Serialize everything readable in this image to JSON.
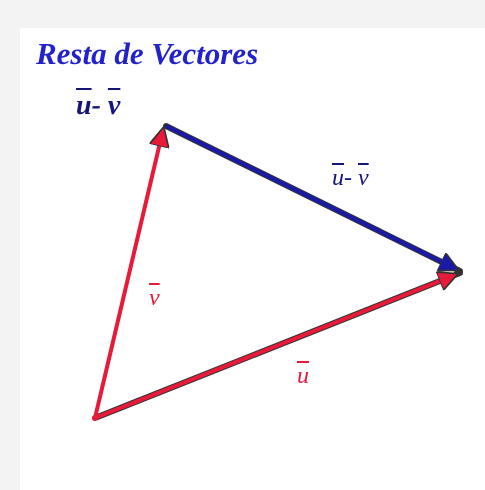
{
  "title": "Resta de Vectores",
  "expression": {
    "u": "u",
    "op": "-",
    "v": "v"
  },
  "labels": {
    "u": "u",
    "v": "v"
  },
  "colors": {
    "title": "#2222cc",
    "difference_vector": "#1a1aa8",
    "input_vectors": "#e81a3a",
    "arrowhead_stroke": "#333333"
  }
}
